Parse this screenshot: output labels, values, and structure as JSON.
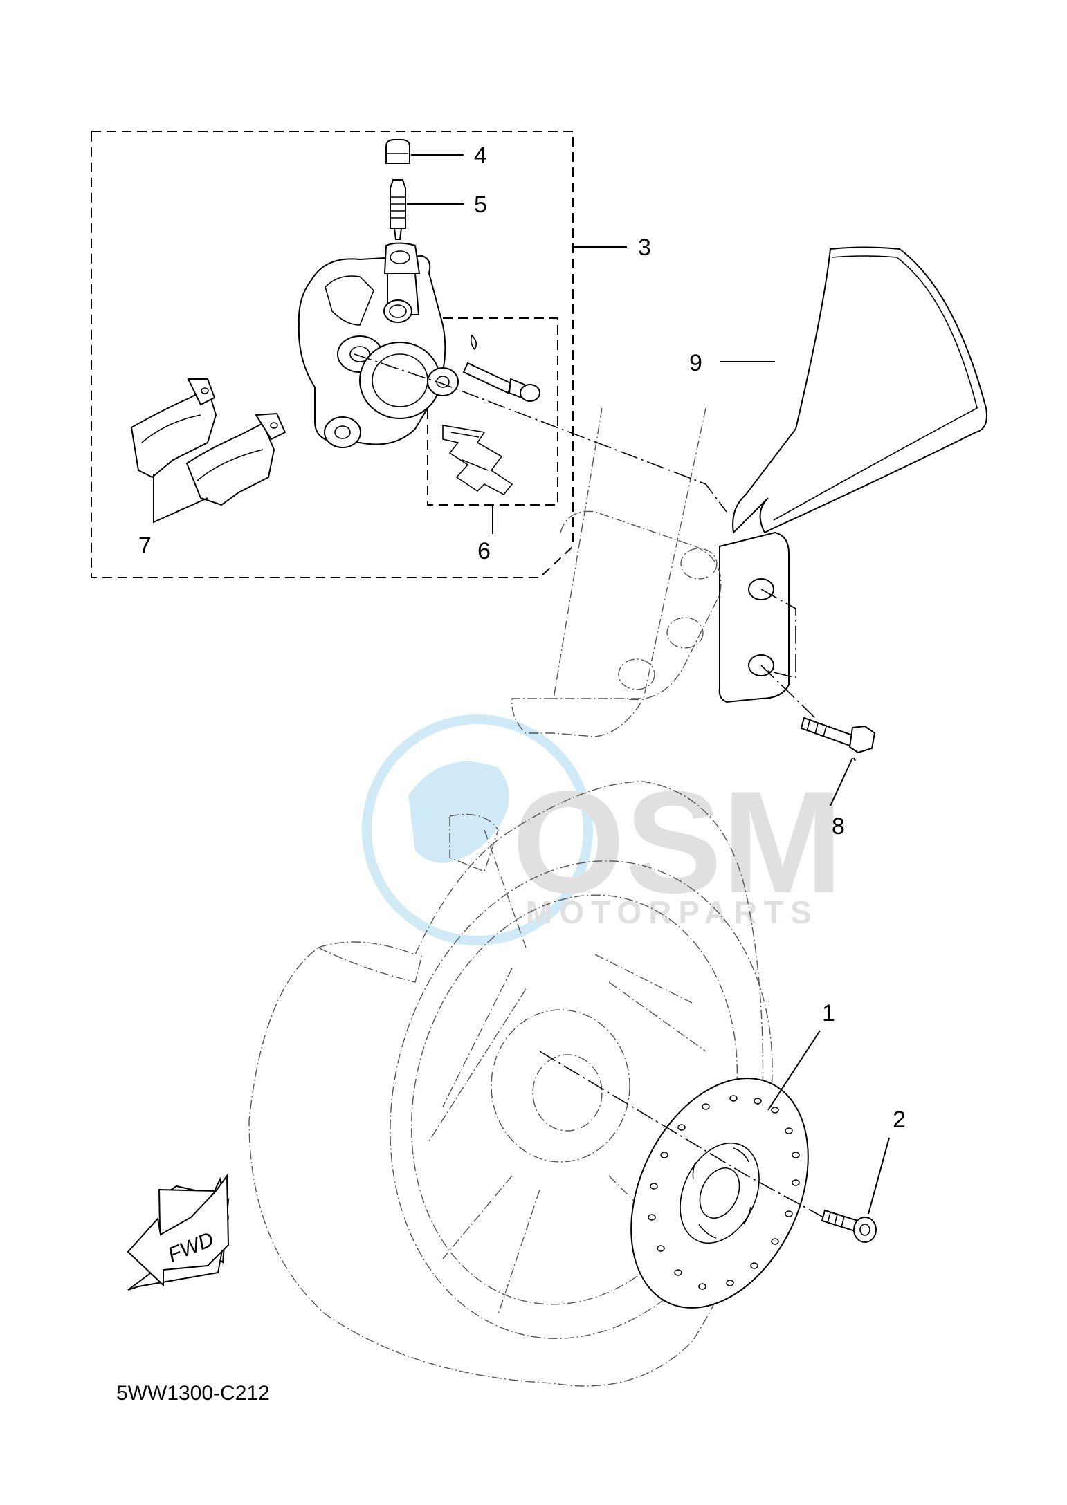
{
  "diagram": {
    "code": "5WW1300-C212",
    "fwd_label": "FWD",
    "watermark": {
      "main": "OSM",
      "sub": "MOTORPARTS"
    }
  },
  "callouts": [
    {
      "id": "1",
      "label": "1",
      "part": "brake-disc"
    },
    {
      "id": "2",
      "label": "2",
      "part": "disc-bolt"
    },
    {
      "id": "3",
      "label": "3",
      "part": "caliper-assembly"
    },
    {
      "id": "4",
      "label": "4",
      "part": "bleed-screw-cap"
    },
    {
      "id": "5",
      "label": "5",
      "part": "bleed-screw"
    },
    {
      "id": "6",
      "label": "6",
      "part": "caliper-seal-kit"
    },
    {
      "id": "7",
      "label": "7",
      "part": "brake-pad-kit"
    },
    {
      "id": "8",
      "label": "8",
      "part": "caliper-bolt"
    },
    {
      "id": "9",
      "label": "9",
      "part": "brake-hose-holder"
    }
  ]
}
